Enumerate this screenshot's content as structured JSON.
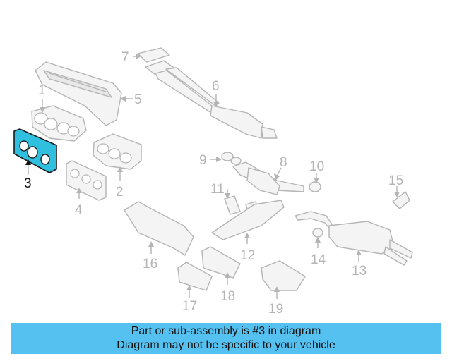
{
  "colors": {
    "highlight": "#2fc0e0",
    "banner_bg": "#55c1f1",
    "line": "#b4b4b4"
  },
  "callouts": {
    "c1": "1",
    "c2": "2",
    "c3": "3",
    "c4": "4",
    "c5": "5",
    "c6": "6",
    "c7": "7",
    "c8": "8",
    "c9": "9",
    "c10": "10",
    "c11": "11",
    "c12": "12",
    "c13": "13",
    "c14": "14",
    "c15": "15",
    "c16": "16",
    "c17": "17",
    "c18": "18",
    "c19": "19"
  },
  "highlighted_part": "3",
  "banner": {
    "line1": "Part or sub-assembly is #3 in diagram",
    "line2": "Diagram may not be specific to your vehicle"
  }
}
